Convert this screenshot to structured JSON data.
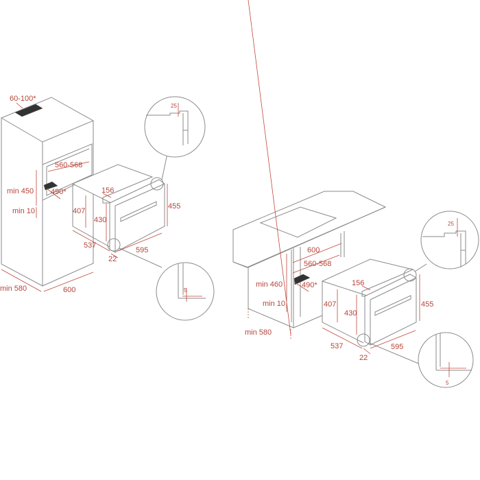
{
  "colors": {
    "lines": "#8a8a8a",
    "dimensions": "#c0473b",
    "background": "#ffffff"
  },
  "column_installation": {
    "vent_gap": "60-100*",
    "niche_width": "560-568",
    "niche_height": "min 450",
    "vent_depth": "490*",
    "bottom_gap": "min 10",
    "oven_top_step": "156",
    "oven_body_height": "407",
    "oven_inner_height": "430",
    "oven_front_height": "455",
    "oven_depth": "537",
    "oven_width": "595",
    "front_thickness": "22",
    "cabinet_depth": "min 580",
    "cabinet_width": "600",
    "detail_top_gap": "25",
    "detail_bottom_gap": "5"
  },
  "under_counter_installation": {
    "counter_width": "600",
    "niche_width": "560-568",
    "niche_height": "min 460",
    "vent_depth": "490*",
    "bottom_gap": "min 10",
    "oven_top_step": "156",
    "oven_body_height": "407",
    "oven_inner_height": "430",
    "oven_front_height": "455",
    "oven_depth": "537",
    "oven_width": "595",
    "front_thickness": "22",
    "cabinet_depth": "min 580",
    "detail_top_gap": "25",
    "detail_bottom_gap": "5"
  }
}
